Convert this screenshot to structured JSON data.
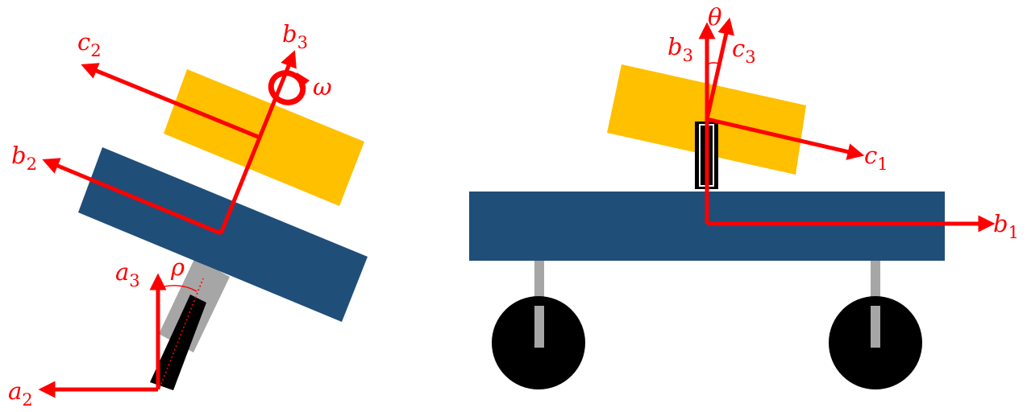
{
  "colors": {
    "arrow": "#ff0000",
    "body_blue": "#1f4e79",
    "top_gold": "#ffc000",
    "gray": "#a6a6a6",
    "black": "#000000"
  },
  "left_view": {
    "b3": {
      "base": "b",
      "sub": "3"
    },
    "c2": {
      "base": "c",
      "sub": "2"
    },
    "b2": {
      "base": "b",
      "sub": "2"
    },
    "a3": {
      "base": "a",
      "sub": "3"
    },
    "a2": {
      "base": "a",
      "sub": "2"
    },
    "omega": "ω",
    "rho": "ρ"
  },
  "right_view": {
    "theta": "θ",
    "b3": {
      "base": "b",
      "sub": "3"
    },
    "c3": {
      "base": "c",
      "sub": "3"
    },
    "c1": {
      "base": "c",
      "sub": "1"
    },
    "b1": {
      "base": "b",
      "sub": "1"
    }
  }
}
